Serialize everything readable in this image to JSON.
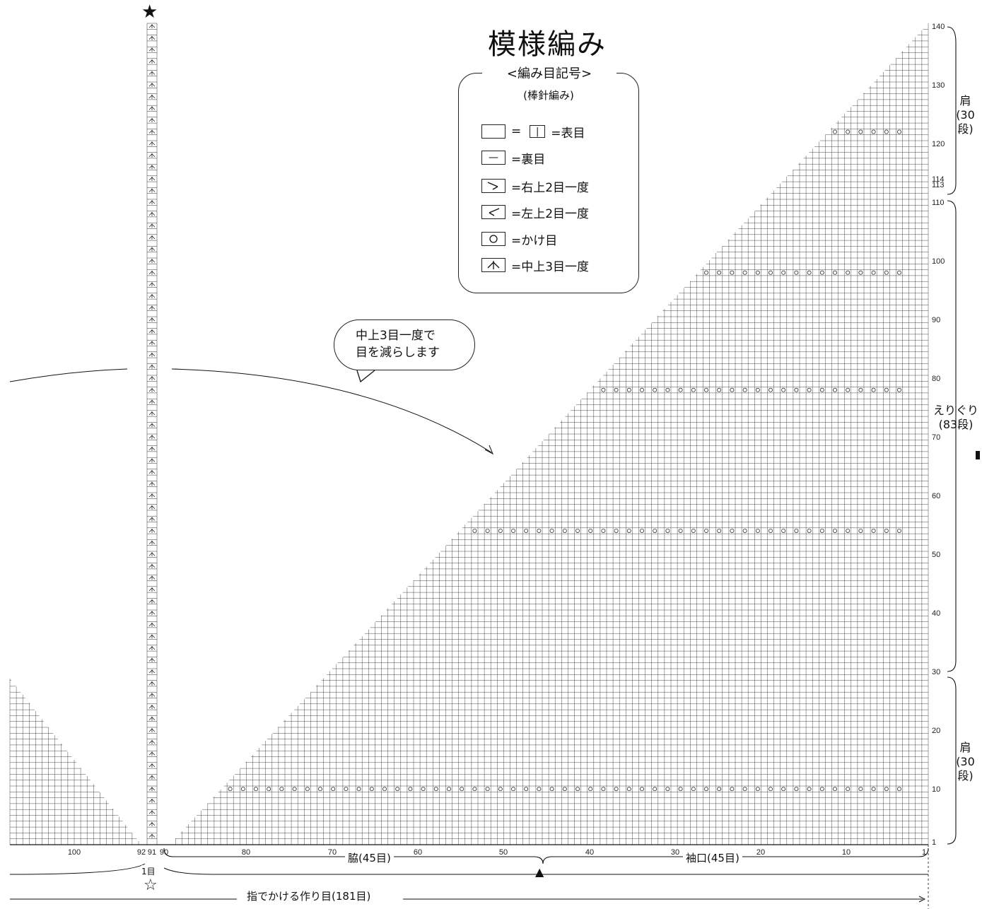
{
  "title": "模様編み",
  "legend": {
    "heading": "<編み目記号>",
    "subheading": "(棒針編み)",
    "items": [
      {
        "symbol": "",
        "inner": "|",
        "text": "=表目",
        "icon": "knit-stitch-icon"
      },
      {
        "symbol": "—",
        "text": "=裏目",
        "icon": "purl-stitch-icon"
      },
      {
        "symbol": "入",
        "text": "=右上2目一度",
        "icon": "right-decrease-icon"
      },
      {
        "symbol": "ㄑ",
        "text": "=左上2目一度",
        "icon": "left-decrease-icon"
      },
      {
        "symbol": "○",
        "text": "=かけ目",
        "icon": "yarn-over-icon"
      },
      {
        "symbol": "个",
        "text": "=中上3目一度",
        "icon": "center-double-decrease-icon"
      }
    ]
  },
  "note": {
    "line1": "中上3目一度で",
    "line2": "目を減らします"
  },
  "row_numbers": [
    "1",
    "10",
    "20",
    "30",
    "40",
    "50",
    "60",
    "70",
    "80",
    "90",
    "100",
    "110",
    "113",
    "114",
    "120",
    "130",
    "140"
  ],
  "stitch_numbers": [
    "100",
    "92",
    "91",
    "90",
    "80",
    "70",
    "60",
    "50",
    "40",
    "30",
    "20",
    "10",
    "1"
  ],
  "sections": {
    "shoulder_top_line1": "肩",
    "shoulder_top_line2": "(30段)",
    "neckline_line1": "えりぐり",
    "neckline_line2": "(83段)",
    "shoulder_bottom_line1": "肩",
    "shoulder_bottom_line2": "(30段)"
  },
  "bottom": {
    "side_label": "脇(45目)",
    "cuff_label": "袖口(45目)",
    "center_label": "1目",
    "cast_on_label": "指でかける作り目(181目)",
    "star_filled": "★",
    "star_open": "☆",
    "triangle": "▲"
  }
}
